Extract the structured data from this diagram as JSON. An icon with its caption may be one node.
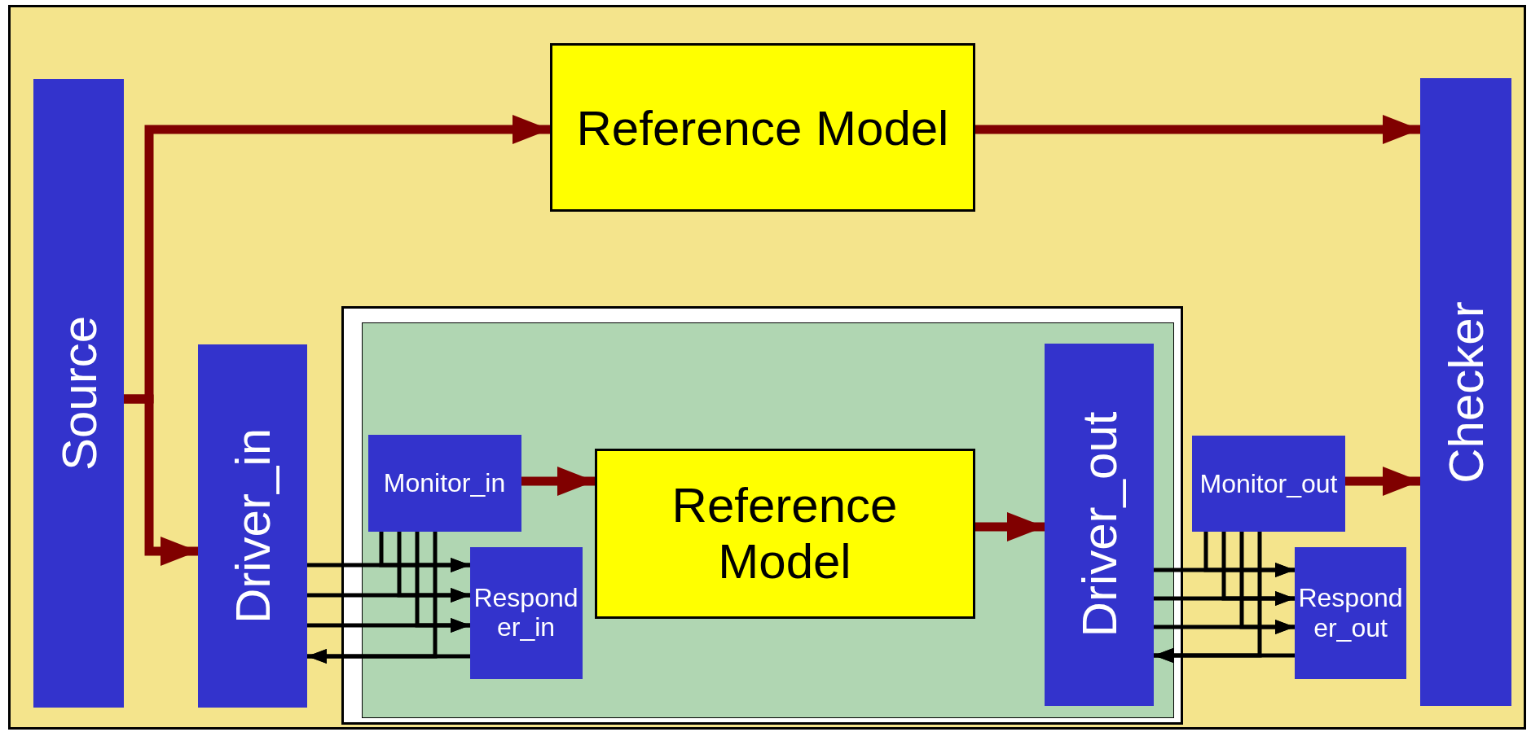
{
  "diagram": {
    "nodes": [
      {
        "text": [],
        "shape": "box"
      },
      {
        "text": [
          "Source"
        ],
        "in": 0
      },
      {
        "text": [
          "Reference Model"
        ],
        "in": 0
      },
      {
        "text": [
          "Checker"
        ],
        "in": 0
      },
      {
        "text": [
          "Driver_in"
        ],
        "in": 0
      },
      {
        "text": [],
        "shape": "box",
        "in": 0
      },
      {
        "text": [],
        "shape": "box",
        "in": 5
      },
      {
        "text": [
          "Monitor_in"
        ],
        "in": 6
      },
      {
        "text": [
          "Responder_in"
        ],
        "in": 6
      },
      {
        "text": [
          "Reference Model"
        ],
        "in": 6
      },
      {
        "text": [
          "Driver_out"
        ],
        "in": 6
      },
      {
        "text": [
          "Monitor_out"
        ],
        "in": 0
      },
      {
        "text": [
          "Responder_out"
        ],
        "in": 0
      }
    ],
    "edges": [
      {
        "from": 1,
        "to": 2,
        "arrow": "to",
        "style": "thick",
        "color": "#800000"
      },
      {
        "from": 1,
        "to": 4,
        "arrow": "to",
        "style": "thick",
        "color": "#800000"
      },
      {
        "from": 2,
        "to": 3,
        "arrow": "to",
        "style": "thick",
        "color": "#800000"
      },
      {
        "from": 7,
        "to": 9,
        "arrow": "to",
        "style": "thick",
        "color": "#800000"
      },
      {
        "from": 9,
        "to": 10,
        "arrow": "to",
        "style": "thick",
        "color": "#800000"
      },
      {
        "from": 11,
        "to": 3,
        "arrow": "to",
        "style": "thick",
        "color": "#800000"
      },
      {
        "from": 4,
        "to": 8,
        "arrow": "to"
      },
      {
        "from": 4,
        "to": 8,
        "arrow": "to"
      },
      {
        "from": 4,
        "to": 8,
        "arrow": "to"
      },
      {
        "from": 8,
        "to": 4,
        "arrow": "to"
      },
      {
        "from": 7,
        "to": 8,
        "arrow": "to"
      },
      {
        "from": 7,
        "to": 8,
        "arrow": "to"
      },
      {
        "from": 7,
        "to": 8,
        "arrow": "to"
      },
      {
        "from": 7,
        "to": 4,
        "arrow": "to"
      },
      {
        "from": 10,
        "to": 12,
        "arrow": "to"
      },
      {
        "from": 10,
        "to": 12,
        "arrow": "to"
      },
      {
        "from": 10,
        "to": 12,
        "arrow": "to"
      },
      {
        "from": 12,
        "to": 10,
        "arrow": "to"
      },
      {
        "from": 11,
        "to": 12,
        "arrow": "to"
      },
      {
        "from": 11,
        "to": 12,
        "arrow": "to"
      },
      {
        "from": 11,
        "to": 12,
        "arrow": "to"
      },
      {
        "from": 11,
        "to": 10,
        "arrow": "to"
      }
    ]
  }
}
